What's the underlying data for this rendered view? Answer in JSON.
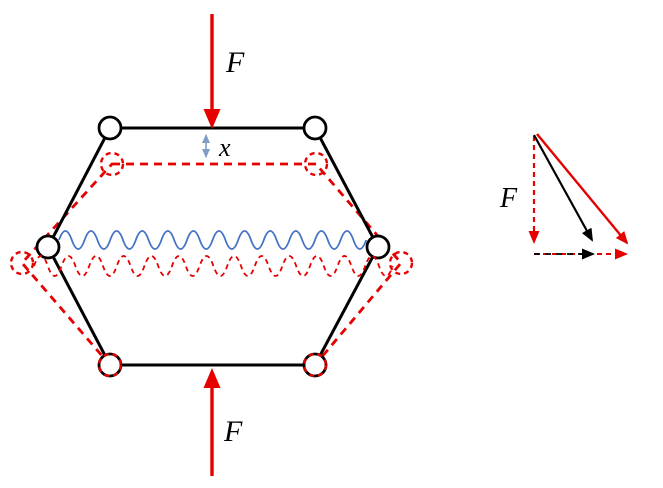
{
  "labels": {
    "force_top": "F",
    "displacement": "x",
    "force_bottom": "F",
    "force_triangle": "F"
  },
  "colors": {
    "red": "#e60000",
    "black": "#000000",
    "spring_blue": "#4472c4",
    "dim_blue": "#7f9ec7",
    "background": "#ffffff"
  }
}
